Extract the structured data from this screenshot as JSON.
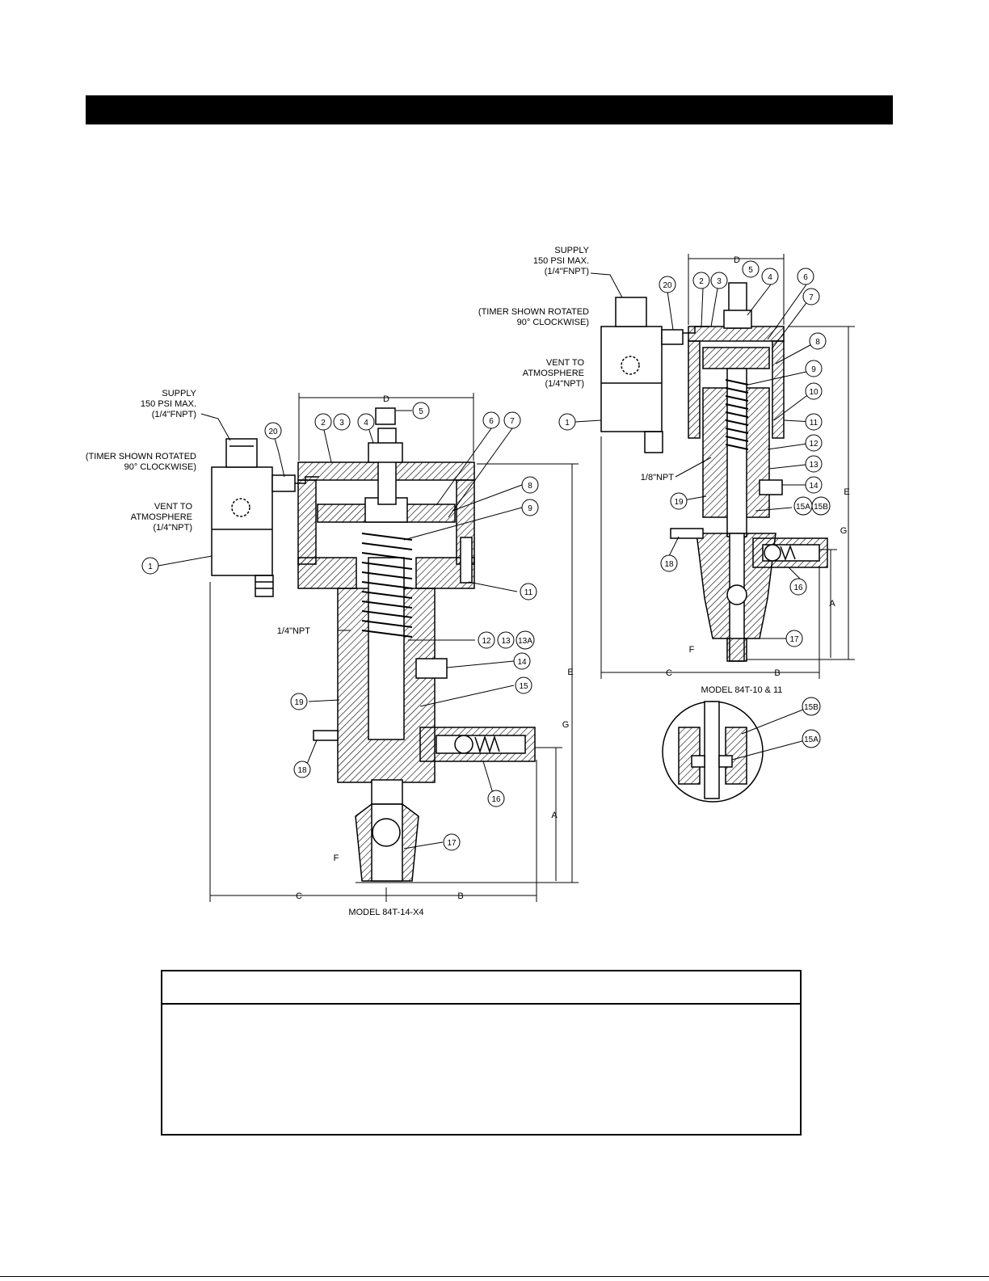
{
  "colors": {
    "ink": "#000000",
    "paper": "#ffffff",
    "hatch": "#000000"
  },
  "model_large": {
    "title": "MODEL 84T-14-X4",
    "supply_lines": [
      "SUPPLY",
      "150 PSI MAX.",
      "(1/4\"FNPT)"
    ],
    "timer_lines": [
      "(TIMER SHOWN ROTATED",
      "90° CLOCKWISE)"
    ],
    "vent_lines": [
      "VENT TO",
      "ATMOSPHERE",
      "(1/4\"NPT)"
    ],
    "port_label": "1/4\"NPT",
    "dims": {
      "a": "A",
      "b": "B",
      "c": "C",
      "d": "D",
      "e": "E",
      "f": "F",
      "g": "G"
    },
    "callouts": [
      "1",
      "2",
      "3",
      "4",
      "5",
      "6",
      "7",
      "8",
      "9",
      "11",
      "12",
      "13",
      "13A",
      "14",
      "15",
      "16",
      "17",
      "18",
      "19",
      "20"
    ]
  },
  "model_small": {
    "title": "MODEL 84T-10 & 11",
    "supply_lines": [
      "SUPPLY",
      "150 PSI MAX.",
      "(1/4\"FNPT)"
    ],
    "timer_lines": [
      "(TIMER SHOWN ROTATED",
      "90° CLOCKWISE)"
    ],
    "vent_lines": [
      "VENT TO",
      "ATMOSPHERE",
      "(1/4\"NPT)"
    ],
    "port_label": "1/8\"NPT",
    "dims": {
      "a": "A",
      "b": "B",
      "c": "C",
      "d": "D",
      "e": "E",
      "f": "F",
      "g": "G"
    },
    "callouts": [
      "1",
      "2",
      "3",
      "4",
      "5",
      "6",
      "7",
      "8",
      "9",
      "10",
      "11",
      "12",
      "13",
      "14",
      "15A",
      "15B",
      "16",
      "17",
      "18",
      "19",
      "20"
    ]
  },
  "detail": {
    "callouts": [
      "15B",
      "15A"
    ]
  }
}
